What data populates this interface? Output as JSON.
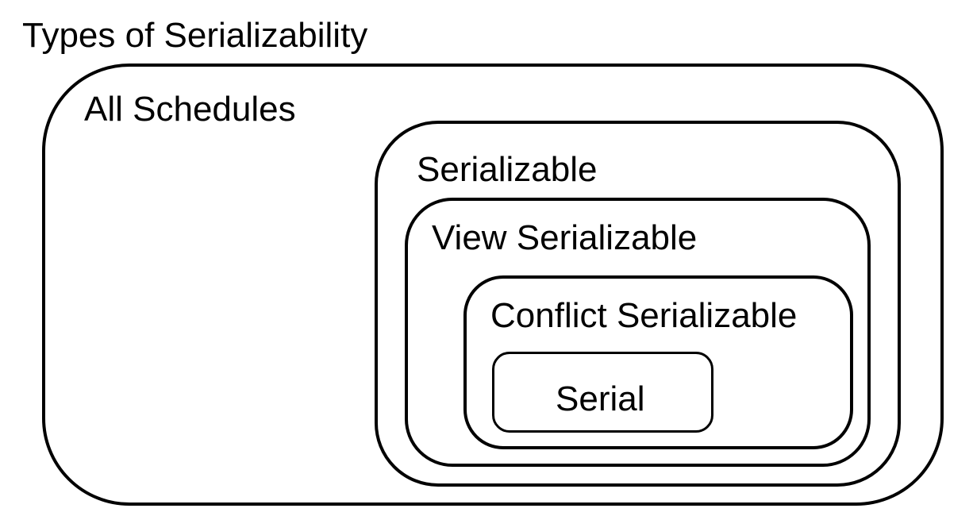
{
  "title": "Types of Serializability",
  "sets": {
    "all_schedules": "All Schedules",
    "serializable": "Serializable",
    "view_serializable": "View Serializable",
    "conflict_serializable": "Conflict Serializable",
    "serial": "Serial"
  },
  "colors": {
    "stroke": "#000000",
    "background": "#ffffff",
    "text": "#000000"
  }
}
